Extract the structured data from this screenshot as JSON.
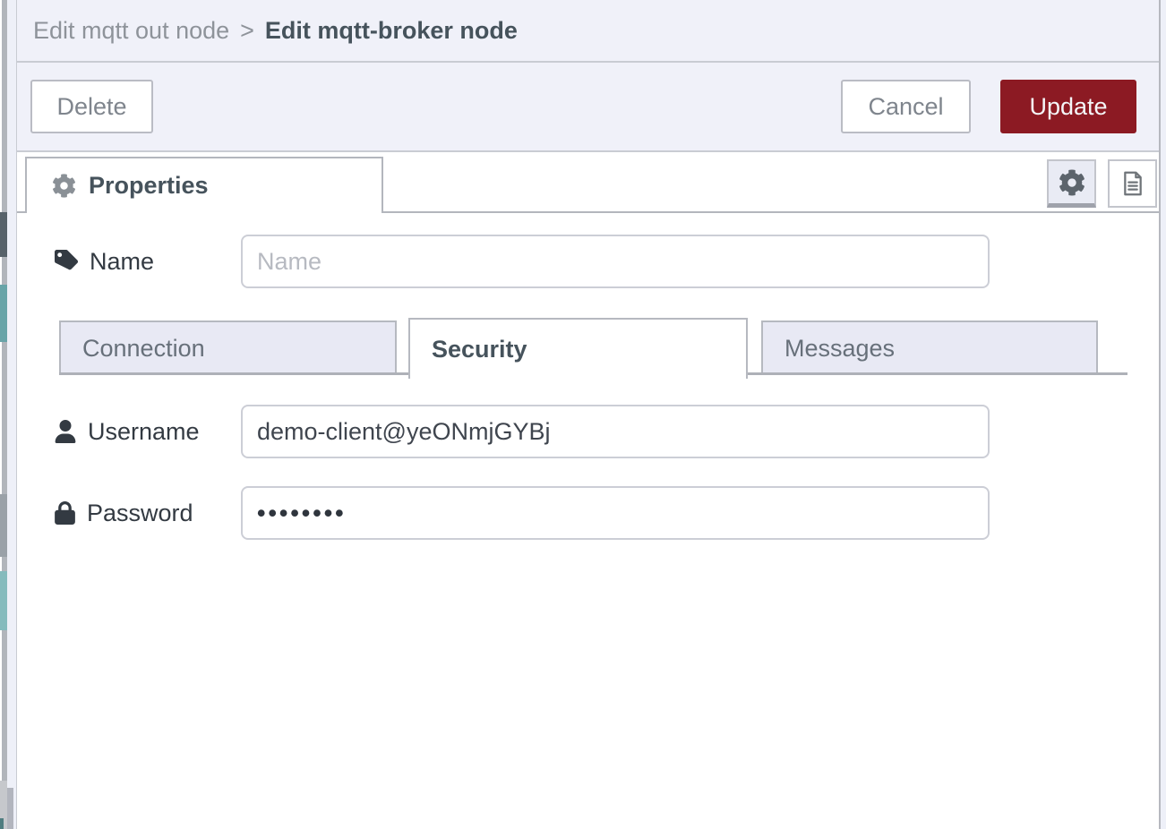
{
  "breadcrumb": {
    "parent": "Edit mqtt out node",
    "separator": ">",
    "current": "Edit mqtt-broker node"
  },
  "toolbar": {
    "delete_label": "Delete",
    "cancel_label": "Cancel",
    "update_label": "Update"
  },
  "header_tabs": {
    "properties_label": "Properties",
    "icon_buttons": [
      "gear-icon",
      "document-icon"
    ],
    "active_icon_button": "gear-icon"
  },
  "form": {
    "name": {
      "label": "Name",
      "placeholder": "Name",
      "value": ""
    },
    "section_tabs": [
      {
        "label": "Connection",
        "active": false
      },
      {
        "label": "Security",
        "active": true
      },
      {
        "label": "Messages",
        "active": false
      }
    ],
    "username": {
      "label": "Username",
      "value": "demo-client@yeONmjGYBj"
    },
    "password": {
      "label": "Password",
      "value": "••••••••",
      "masked_char_count": 8
    }
  },
  "colors": {
    "accent_red": "#8c1a23",
    "panel_lavender": "#f0f1f9",
    "tab_inactive_lavender": "#e8e9f4",
    "border_gray": "#b3b6bd",
    "heading_slate": "#46535c",
    "strip_teal": "#68a4a8"
  }
}
